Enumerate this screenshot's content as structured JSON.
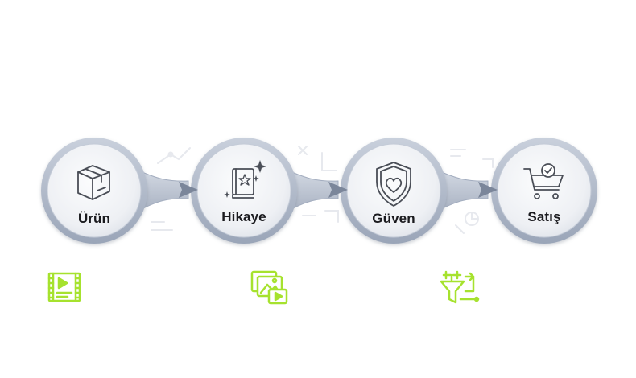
{
  "flow": {
    "steps": [
      {
        "label": "Ürün",
        "icon": "box-icon"
      },
      {
        "label": "Hikaye",
        "icon": "book-star-icon"
      },
      {
        "label": "Güven",
        "icon": "shield-heart-icon"
      },
      {
        "label": "Satış",
        "icon": "cart-check-icon"
      }
    ],
    "connector_icon": "arrow-right-icon"
  },
  "bottom_icons": [
    {
      "icon": "video-film-icon"
    },
    {
      "icon": "image-video-gallery-icon"
    },
    {
      "icon": "funnel-flow-icon"
    }
  ],
  "colors": {
    "ring_outer": "#a3adbf",
    "ring_inner": "#eef0f4",
    "connector": "#aab3c3",
    "arrow": "#7b869a",
    "icon_stroke": "#4a4e57",
    "label": "#1b1b1f",
    "accent_green": "#a6e22e"
  }
}
